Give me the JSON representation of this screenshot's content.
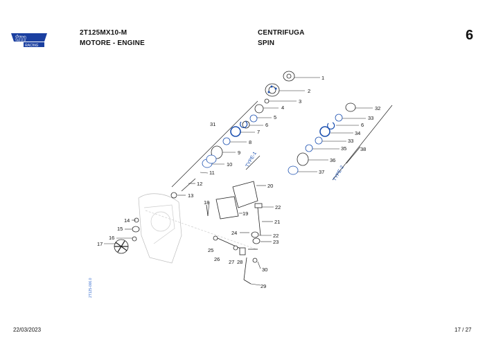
{
  "header": {
    "model_code": "2T125MX10-M",
    "group": "MOTORE - ENGINE",
    "section_it": "CENTRIFUGA",
    "section_en": "SPIN",
    "page_number": "6",
    "logo_text": "tm",
    "logo_sub": "RACING"
  },
  "diagram": {
    "vertical_code": "2T125-006.0",
    "type1_label": "TYPE-1",
    "type2_label": "TYPE-2",
    "callouts": [
      "1",
      "2",
      "3",
      "4",
      "5",
      "6",
      "7",
      "8",
      "9",
      "10",
      "11",
      "12",
      "13",
      "14",
      "15",
      "16",
      "17",
      "18",
      "19",
      "20",
      "21",
      "22",
      "22",
      "23",
      "24",
      "25",
      "26",
      "27",
      "28",
      "29",
      "30",
      "31",
      "32",
      "33",
      "33",
      "34",
      "35",
      "36",
      "37",
      "38",
      "6"
    ]
  },
  "footer": {
    "date": "22/03/2023",
    "page_of": "17 / 27"
  }
}
